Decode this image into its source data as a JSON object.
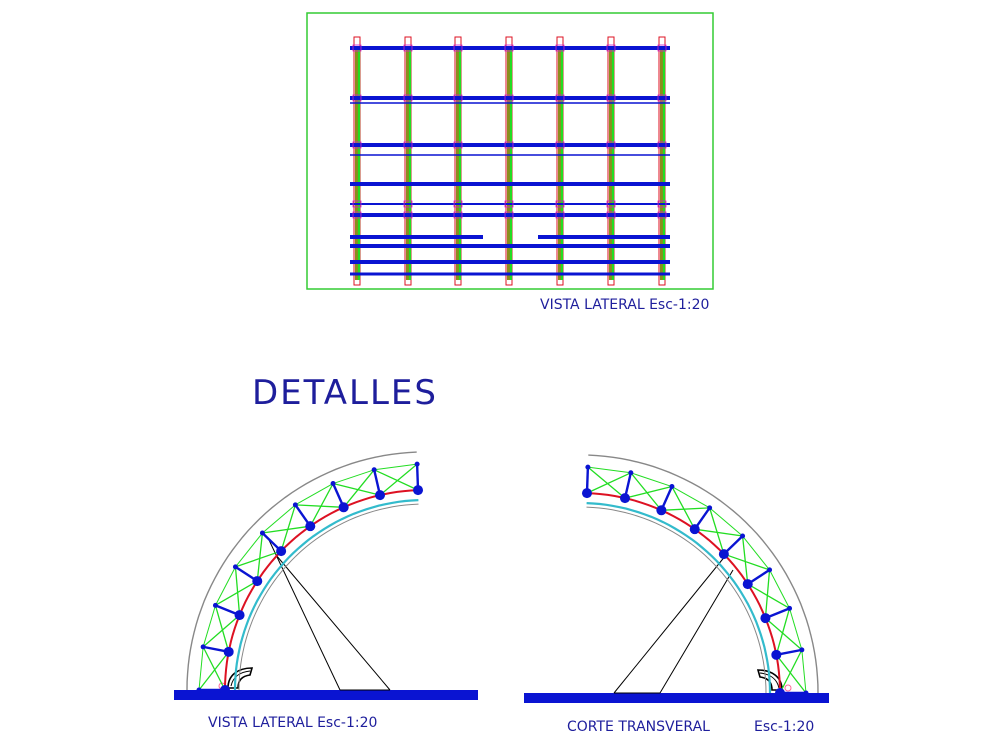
{
  "drawing": {
    "top_caption": "VISTA LATERAL  Esc-1:20",
    "section_title": "DETALLES",
    "left_caption": "VISTA LATERAL  Esc-1:20",
    "right_caption_1": "CORTE TRANSVERAL",
    "right_caption_2": "Esc-1:20"
  },
  "colors": {
    "frame": "#33cc33",
    "blue_member": "#0a14d2",
    "green_member": "#22dd22",
    "post_fill": "#8c8c1e",
    "red_member": "#dd1122",
    "cyan_member": "#33bbcc",
    "magenta": "#cc22cc",
    "text": "#1e1e9c"
  }
}
